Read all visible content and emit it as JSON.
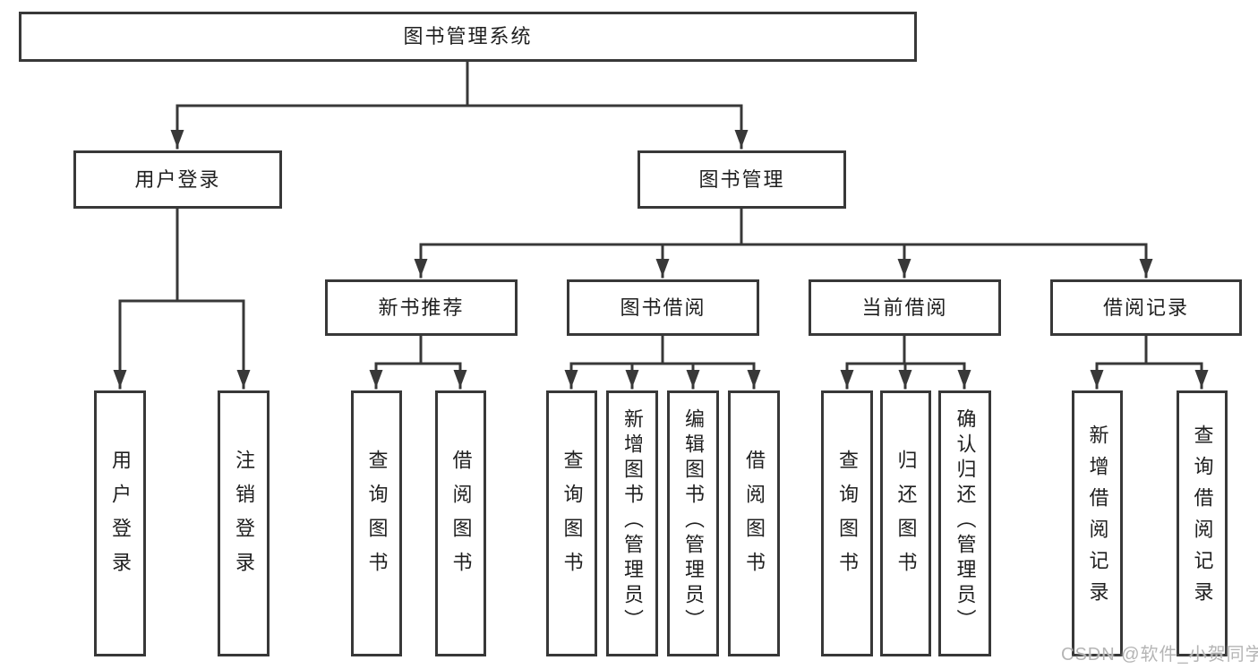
{
  "tree": {
    "label": "图书管理系统",
    "children": [
      {
        "label": "用户登录",
        "children": [
          {
            "label": "用户登录"
          },
          {
            "label": "注销登录"
          }
        ]
      },
      {
        "label": "图书管理",
        "children": [
          {
            "label": "新书推荐",
            "children": [
              {
                "label": "查询图书"
              },
              {
                "label": "借阅图书"
              }
            ]
          },
          {
            "label": "图书借阅",
            "children": [
              {
                "label": "查询图书"
              },
              {
                "label": "新增图书（管理员）"
              },
              {
                "label": "编辑图书（管理员）"
              },
              {
                "label": "借阅图书"
              }
            ]
          },
          {
            "label": "当前借阅",
            "children": [
              {
                "label": "查询图书"
              },
              {
                "label": "归还图书"
              },
              {
                "label": "确认归还（管理员）"
              }
            ]
          },
          {
            "label": "借阅记录",
            "children": [
              {
                "label": "新增借阅记录"
              },
              {
                "label": "查询借阅记录"
              }
            ]
          }
        ]
      }
    ]
  },
  "watermark": "CSDN @软件_小贺同学",
  "colors": {
    "line": "#383838",
    "box_border": "#383838",
    "text": "#1f1f1f",
    "background": "#ffffff",
    "watermark": "#b5b5b5"
  }
}
